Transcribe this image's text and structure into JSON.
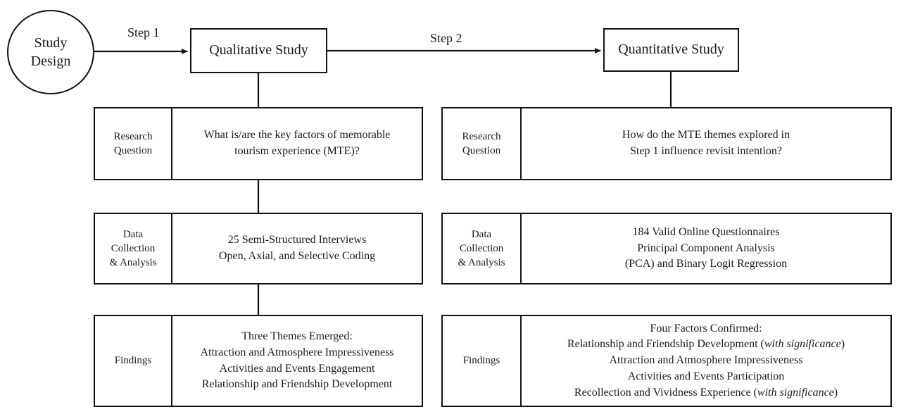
{
  "diagram": {
    "title": "Mixed-methods research design flowchart",
    "stroke_color": "#121212",
    "background_color": "#ffffff"
  },
  "start_node": {
    "line1": "Study",
    "line2": "Design"
  },
  "edges": [
    {
      "name": "step-1",
      "label": "Step 1"
    },
    {
      "name": "step-2",
      "label": "Step 2"
    }
  ],
  "columns": [
    {
      "id": "qualitative",
      "stage_label": "Qualitative Study",
      "rows": [
        {
          "id": "research-question",
          "label_lines": [
            "Research",
            "Question"
          ],
          "body_lines": [
            "What is/are the key factors of memorable",
            "tourism experience (MTE)?"
          ]
        },
        {
          "id": "data-collection-analysis",
          "label_lines": [
            "Data",
            "Collection",
            "& Analysis"
          ],
          "body_lines": [
            "25 Semi-Structured Interviews",
            "Open, Axial, and Selective Coding"
          ]
        },
        {
          "id": "findings",
          "label_lines": [
            "Findings"
          ],
          "body_lines": [
            "Three Themes Emerged:",
            "Attraction and Atmosphere Impressiveness",
            "Activities and Events Engagement",
            "Relationship and Friendship Development"
          ]
        }
      ]
    },
    {
      "id": "quantitative",
      "stage_label": "Quantitative Study",
      "rows": [
        {
          "id": "research-question",
          "label_lines": [
            "Research",
            "Question"
          ],
          "body_lines": [
            "How do the MTE themes explored in",
            "Step 1 influence revisit intention?"
          ]
        },
        {
          "id": "data-collection-analysis",
          "label_lines": [
            "Data",
            "Collection",
            "& Analysis"
          ],
          "body_lines": [
            "184 Valid Online Questionnaires",
            "Principal Component Analysis",
            "(PCA) and Binary Logit Regression"
          ]
        },
        {
          "id": "findings",
          "label_lines": [
            "Findings"
          ],
          "body_lines": [
            "Four Factors Confirmed:",
            "Relationship and Friendship Development (with significance)",
            "Attraction and Atmosphere Impressiveness",
            "Activities and Events Participation",
            "Recollection and Vividness Experience (with significance)"
          ],
          "italic_phrase": "with significance"
        }
      ]
    }
  ]
}
